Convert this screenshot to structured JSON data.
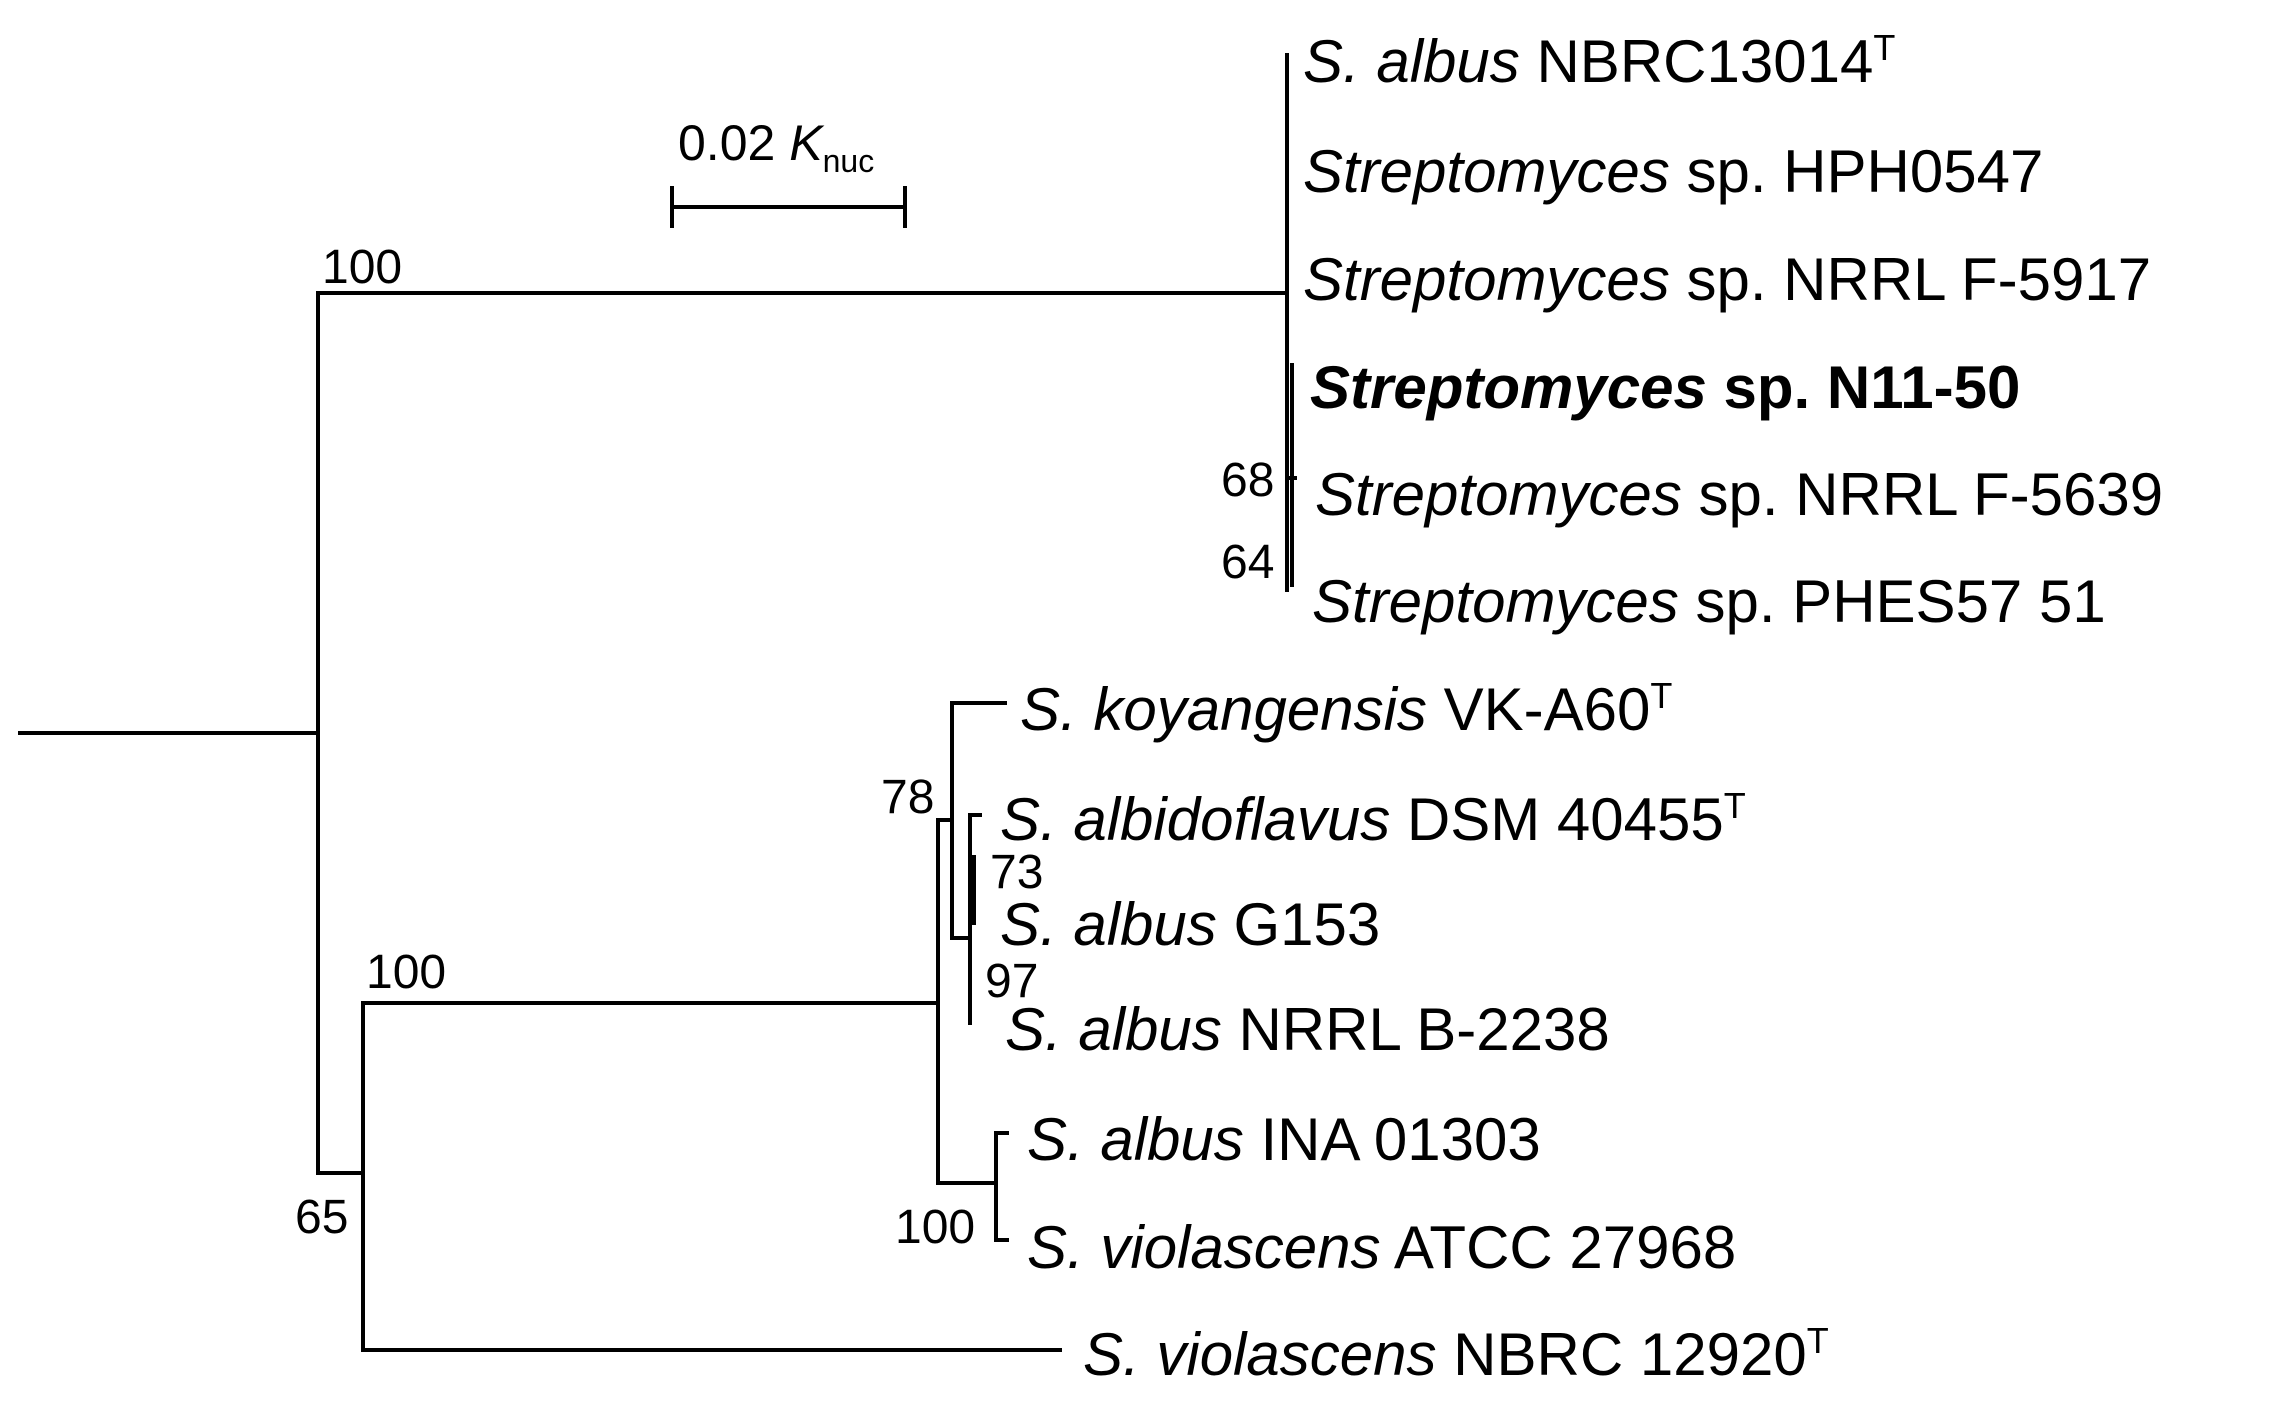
{
  "scale_bar": {
    "value": "0.02",
    "symbol": "K",
    "subscript": "nuc"
  },
  "taxa": [
    {
      "genus": "S. albus",
      "strain": "NBRC13014",
      "type_strain": "T",
      "bold": false
    },
    {
      "genus": "Streptomyces",
      "strain": "sp. HPH0547",
      "type_strain": "",
      "bold": false
    },
    {
      "genus": "Streptomyces",
      "strain": "sp. NRRL F-5917",
      "type_strain": "",
      "bold": false
    },
    {
      "genus": "Streptomyces",
      "strain": "sp. N11-50",
      "type_strain": "",
      "bold": true
    },
    {
      "genus": "Streptomyces",
      "strain": "sp. NRRL F-5639",
      "type_strain": "",
      "bold": false
    },
    {
      "genus": "Streptomyces",
      "strain": "sp. PHES57 51",
      "type_strain": "",
      "bold": false
    },
    {
      "genus": "S. koyangensis",
      "strain": "VK-A60",
      "type_strain": "T",
      "bold": false
    },
    {
      "genus": "S. albidoflavus",
      "strain": "DSM 40455",
      "type_strain": "T",
      "bold": false
    },
    {
      "genus": "S. albus",
      "strain": "G153",
      "type_strain": "",
      "bold": false
    },
    {
      "genus": "S. albus",
      "strain": "NRRL B-2238",
      "type_strain": "",
      "bold": false
    },
    {
      "genus": "S. albus",
      "strain": "INA 01303",
      "type_strain": "",
      "bold": false
    },
    {
      "genus": "S. violascens",
      "strain": "ATCC 27968",
      "type_strain": "",
      "bold": false
    },
    {
      "genus": "S. violascens",
      "strain": "NBRC 12920",
      "type_strain": "T",
      "bold": false
    }
  ],
  "bootstrap": [
    "100",
    "68",
    "64",
    "78",
    "73",
    "97",
    "100",
    "100",
    "65"
  ]
}
